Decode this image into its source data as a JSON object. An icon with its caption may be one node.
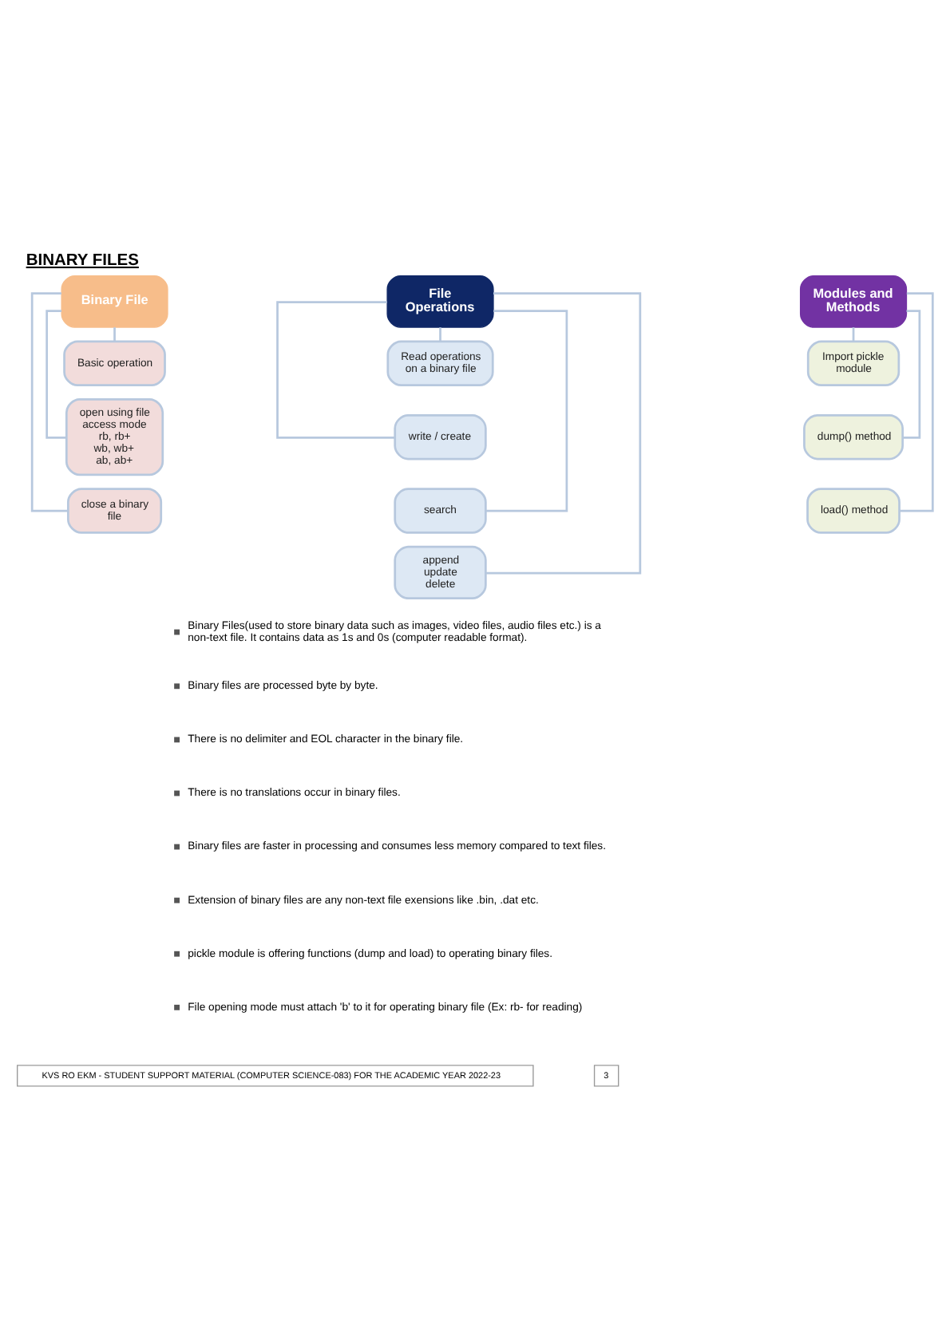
{
  "diagram": {
    "title": "BINARY FILES",
    "nodes": [
      {
        "text": [
          "Binary File"
        ]
      },
      {
        "text": [
          "File Operations"
        ]
      },
      {
        "text": [
          "Modules and Methods"
        ]
      },
      {
        "text": [
          "Basic operation"
        ]
      },
      {
        "text": [
          "open using file access mode",
          "rb, rb+",
          "wb, wb+",
          "ab, ab+"
        ]
      },
      {
        "text": [
          "close a binary file"
        ]
      },
      {
        "text": [
          "Read operations on a binary file"
        ]
      },
      {
        "text": [
          "write / create"
        ]
      },
      {
        "text": [
          "search"
        ]
      },
      {
        "text": [
          "append",
          "update",
          "delete"
        ]
      },
      {
        "text": [
          "Import pickle module"
        ]
      },
      {
        "text": [
          "dump() method"
        ]
      },
      {
        "text": [
          "load() method"
        ]
      }
    ],
    "edges": [
      {
        "from": 0,
        "to": 3,
        "arrow": "none"
      },
      {
        "from": 0,
        "to": 4,
        "arrow": "none"
      },
      {
        "from": 0,
        "to": 5,
        "arrow": "none"
      },
      {
        "from": 1,
        "to": 6,
        "arrow": "none"
      },
      {
        "from": 1,
        "to": 7,
        "arrow": "none"
      },
      {
        "from": 1,
        "to": 8,
        "arrow": "none"
      },
      {
        "from": 1,
        "to": 9,
        "arrow": "none"
      },
      {
        "from": 2,
        "to": 10,
        "arrow": "none"
      },
      {
        "from": 2,
        "to": 11,
        "arrow": "none"
      },
      {
        "from": 2,
        "to": 12,
        "arrow": "none"
      }
    ],
    "labels": [
      "Binary Files(used to store binary data such as images, video files, audio files etc.) is a non-text file. It contains data as 1s and 0s (computer readable format).",
      "Binary files are processed byte by byte.",
      "There is no delimiter and EOL character in the binary file.",
      "There is no translations occur in binary files.",
      "Binary files are faster in processing and consumes less memory compared to text files.",
      "Extension of binary files are any non-text file exensions like .bin, .dat etc.",
      "pickle module is offering functions (dump and load) to operating binary files.",
      "File opening mode must attach 'b' to it for operating binary file (Ex: rb- for reading)",
      "KVS RO EKM - STUDENT SUPPORT MATERIAL (COMPUTER SCIENCE-083) FOR THE ACADEMIC YEAR 2022-23",
      "3"
    ]
  }
}
